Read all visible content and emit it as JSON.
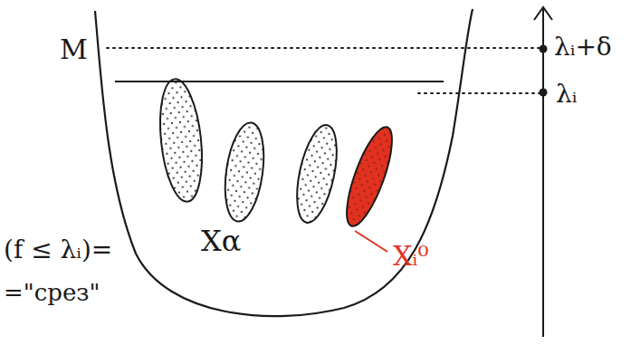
{
  "diagram": {
    "labels": [
      "M",
      "λᵢ+δ",
      "λᵢ",
      "(f ≤ λᵢ)=",
      "=\"срез\"",
      "Xα",
      "Xᵢ⁰"
    ]
  }
}
